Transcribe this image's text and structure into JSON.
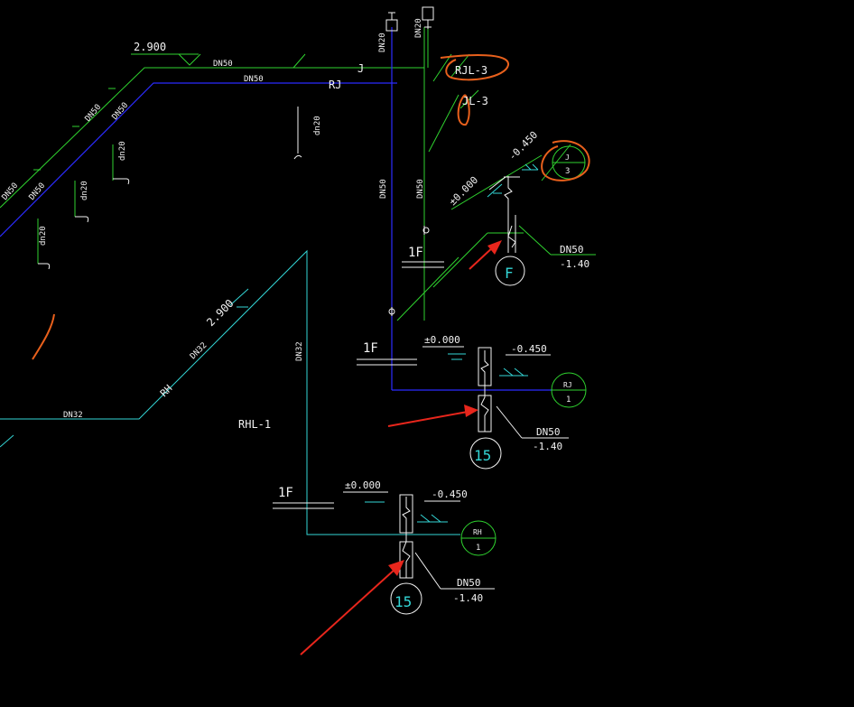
{
  "colors": {
    "background": "#000000",
    "pipe_green": "#2fd22f",
    "pipe_blue": "#2b2bff",
    "pipe_cyan": "#33d6d6",
    "text_white": "#f2f2f2",
    "annotation_orange": "#e8601c",
    "arrow_red": "#e8261c"
  },
  "labels": {
    "elev_2900_top": "2.900",
    "dn50_a": "DN50",
    "dn50_b": "DN50",
    "dn50_c": "DN50",
    "dn50_d": "DN50",
    "dn50_e": "DN50",
    "dn50_f": "DN50",
    "dn50_g": "DN50",
    "dn20_a": "DN20",
    "dn20_b": "DN20",
    "dn20_c": "dn20",
    "dn20_d": "dn20",
    "dn20_e": "dn20",
    "dn20_f": "dn20",
    "riser_j": "J",
    "riser_rj": "RJ",
    "rjl3": "RJL-3",
    "jl3": "JL-3",
    "elev_m0450_a": "-0.450",
    "elev_pm0_a": "±0.000",
    "circle_j": "J",
    "circle_j_num": "3",
    "circle_f": "F",
    "dn50_out_a": "DN50",
    "depth_a": "-1.40",
    "floor_1f_a": "1F",
    "floor_1f_b": "1F",
    "floor_1f_c": "1F",
    "elev_2900_rh": "2.900",
    "dn32_a": "DN32",
    "dn32_b": "DN32",
    "dn32_c": "DN32",
    "riser_rh": "RH",
    "rhl1": "RHL-1",
    "elev_pm0_b": "±0.000",
    "elev_m0450_b": "-0.450",
    "circle_rj": "RJ",
    "circle_rj_num": "1",
    "dn50_out_b": "DN50",
    "depth_b": "-1.40",
    "circle_15_a": "15",
    "elev_pm0_c": "±0.000",
    "elev_m0450_c": "-0.450",
    "circle_rh": "RH",
    "circle_rh_num": "1",
    "dn50_out_c": "DN50",
    "depth_c": "-1.40",
    "circle_15_b": "15"
  }
}
